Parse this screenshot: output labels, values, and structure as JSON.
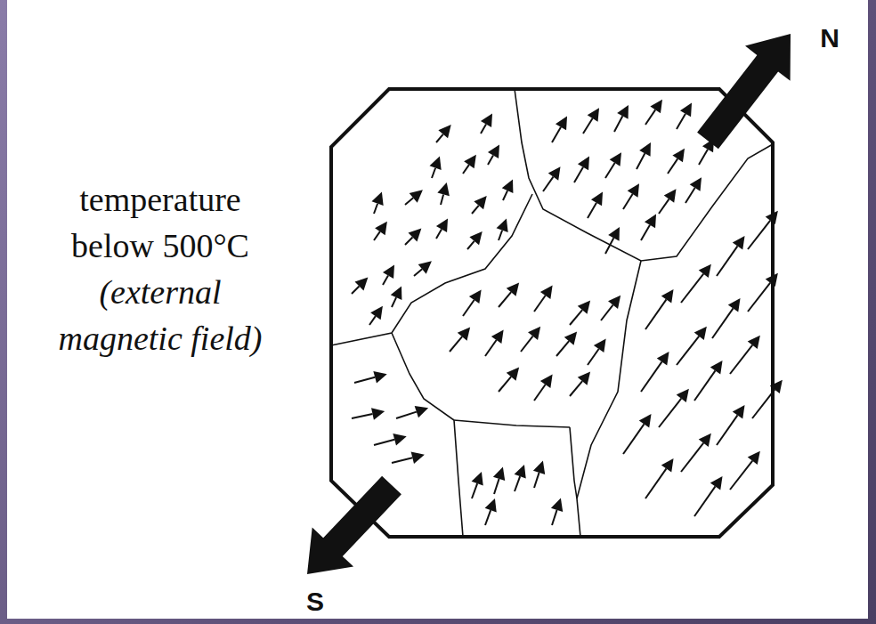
{
  "diagram": {
    "labels": [
      "temperature below 500°C",
      "(external magnetic field)",
      "N",
      "S"
    ]
  }
}
